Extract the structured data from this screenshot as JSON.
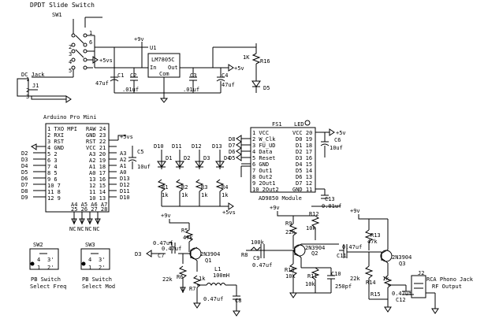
{
  "titles": {
    "switch_title": "DPDT Slide Switch",
    "sw1": "SW1",
    "dc_jack": "DC Jack",
    "arduino": "Arduino Pro Mini",
    "module": "AD9850 Module",
    "rca": "RCA Phono Jack",
    "rf_output": "RF Output",
    "sw2": "SW2",
    "sw3": "SW3",
    "pb_switch_1": "PB Switch",
    "pb_switch_2": "PB Switch",
    "select_freq": "Select Freq",
    "select_mod": "Select Mod"
  },
  "power": {
    "u1": "U1",
    "regulator": "LM7805C",
    "reg_in": "In",
    "reg_out": "Out",
    "reg_com": "Com",
    "c1": "C1",
    "c1_val": "47uf",
    "c2": "C2",
    "c2_val": ".01uf",
    "c3": "C3",
    "c3_val": ".01uf",
    "c4": "C4",
    "c4_val": "47uf",
    "r16": "R16",
    "r16_val": "1K",
    "d5": "D5",
    "p9v": "+9v",
    "p5v": "+5v",
    "p5vs": "+5vs",
    "j1": "J1",
    "j1_pins": [
      "1",
      "2",
      "3"
    ],
    "sw1_pins": [
      "1",
      "2",
      "3",
      "4",
      "5",
      "6"
    ]
  },
  "arduino": {
    "left_pins": [
      "1 TXO MPI",
      "2 RXI",
      "3 RST",
      "4 GND",
      "5 2",
      "6 3",
      "7 4",
      "8 5",
      "9 6",
      "10 7",
      "11 8",
      "12 9"
    ],
    "right_pins": [
      "RAW 24",
      "GND 23",
      "RST 22",
      "VCC 21",
      "A3 20",
      "A2 19",
      "A1 18",
      "A0 17",
      "13 16",
      "12 15",
      "11 14",
      "10 13"
    ],
    "left_nets": [
      "",
      "",
      "",
      "",
      "D2",
      "D3",
      "D4",
      "D5",
      "D6",
      "D7",
      "D8",
      "D9"
    ],
    "right_nets": [
      "",
      "",
      "",
      "",
      "A3",
      "A2",
      "A1",
      "A0",
      "D13",
      "D12",
      "D11",
      "D10"
    ],
    "bottom_label": "A4 A5 A6 A7",
    "bottom_pins": "25 26 27 28",
    "nc": [
      "NC",
      "NC",
      "NC",
      "NC"
    ],
    "c5": "C5",
    "c5_val": "10uf",
    "vcc": "+5vs"
  },
  "leds": {
    "nets": [
      "D10",
      "D11",
      "D12",
      "D13"
    ],
    "names": [
      "D1",
      "D2",
      "D3",
      "D4"
    ],
    "resistors": [
      "R1",
      "R2",
      "R3",
      "R4"
    ],
    "values": [
      "1k",
      "1k",
      "1k",
      "1k"
    ],
    "vcc": "+5vs"
  },
  "module": {
    "fs1": "FS1",
    "led": "LED",
    "left_pins": [
      "1 VCC",
      "2 W_Clk",
      "3 FU_UD",
      "4 Data",
      "5 Reset",
      "6 GND",
      "7 Out1",
      "8 Out2",
      "9 2Out1",
      "10 2Out2"
    ],
    "right_pins": [
      "VCC 20",
      "D0 19",
      "D1 18",
      "D2 17",
      "D3 16",
      "D4 15",
      "D5 14",
      "D6 13",
      "D7 12",
      "GND 11"
    ],
    "left_nets": [
      "",
      "D8",
      "D7",
      "D6",
      "D5",
      "",
      "",
      "",
      "",
      ""
    ],
    "c6": "C6",
    "c6_val": "10uf",
    "c13": "C13",
    "c13_val": "0.01uf",
    "p5v": "+5v"
  },
  "amp": {
    "p9v": "+9v",
    "q1": "Q1",
    "q2": "Q2",
    "q3": "Q3",
    "q_type": "2N3904",
    "r5": "R5",
    "r5_val": "47k",
    "r6": "R6",
    "r6_val": "22k",
    "r7": "R7",
    "r8": "R8",
    "r8_val": "100k",
    "r9": "R9",
    "r9_val": "22k",
    "r10": "R10",
    "r10_val": "10k",
    "r11": "R11",
    "r11_val": "10k",
    "r12": "R12",
    "r12_val": "10k",
    "r13": "R13",
    "r13_val": "47k",
    "r14": "R14",
    "r14_val": "22k",
    "r15": "R15",
    "r15_val": "1k",
    "r7_val": "1k",
    "c7": "C7",
    "c7_val": "0.47uf",
    "c8": "C8",
    "c8_val": "0.47uf",
    "c9": "C9",
    "c9_val": "0.47uf",
    "c10": "C10",
    "c10_val": "250pf",
    "c11": "C11",
    "c11_val": "0.47uf",
    "c12": "C12",
    "c12_val": "0.47uf",
    "c_top_val": "0.47uf",
    "l1": "L1",
    "l1_val": "100mH",
    "d3": "D3",
    "j2": "J2"
  }
}
